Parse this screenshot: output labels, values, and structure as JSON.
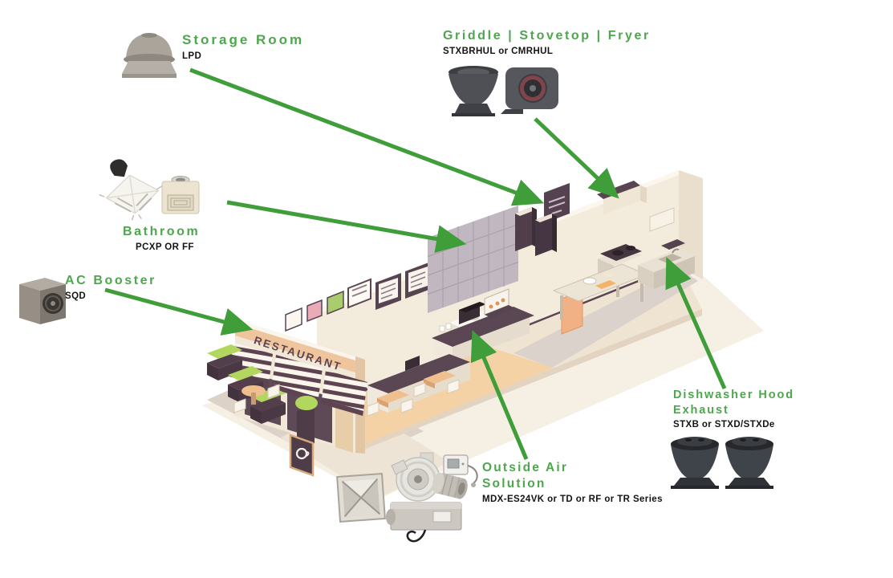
{
  "accent_green": "#4ea64e",
  "arrow_green": "#3f9e3a",
  "illustration": {
    "storefront_sign": "RESTAURANT"
  },
  "callouts": [
    {
      "id": "storage-room",
      "title": "Storage Room",
      "models": "LPD",
      "icons": [
        "roof-exhaust-fan"
      ]
    },
    {
      "id": "griddle-stovetop-fryer",
      "title": "Griddle | Stovetop | Fryer",
      "models": "STXBRHUL or CMRHUL",
      "icons": [
        "upblast-roof-fan",
        "centrifugal-blower"
      ]
    },
    {
      "id": "bathroom",
      "title": "Bathroom",
      "models": "PCXP OR FF",
      "icons": [
        "ceiling-exhaust-fan",
        "ceiling-exhaust-fan-ducted"
      ]
    },
    {
      "id": "ac-booster",
      "title": "AC Booster",
      "models": "SQD",
      "icons": [
        "square-inline-duct-fan"
      ]
    },
    {
      "id": "outside-air-solution",
      "title": "Outside Air Solution",
      "models": "MDX-ES24VK or TD or RF or TR Series",
      "icons": [
        "backdraft-damper",
        "inline-mixed-flow-fan",
        "wall-controller",
        "duct-silencer",
        "fresh-air-ventilation-unit"
      ]
    },
    {
      "id": "dishwasher-hood-exhaust",
      "title": "Dishwasher Hood Exhaust",
      "models": "STXB or STXD/STXDe",
      "icons": [
        "upblast-roof-fan",
        "upblast-roof-fan"
      ]
    }
  ]
}
